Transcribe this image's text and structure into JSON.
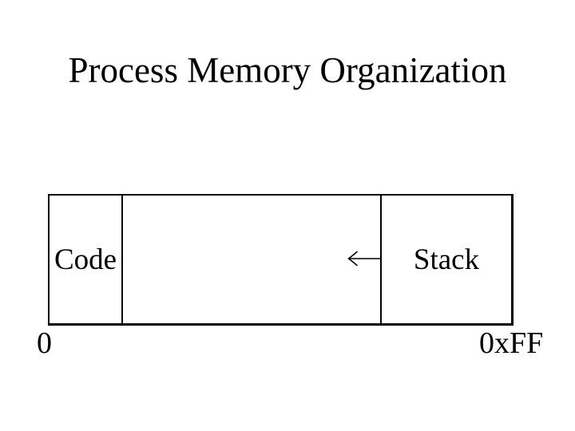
{
  "slide": {
    "title": "Process Memory Organization",
    "background_color": "#ffffff",
    "foreground_color": "#000000"
  },
  "memory_map": {
    "segments": [
      {
        "name": "code",
        "label": "Code"
      },
      {
        "name": "free",
        "label": ""
      },
      {
        "name": "stack",
        "label": "Stack"
      }
    ],
    "start_address": "0",
    "end_address": "0xFF",
    "growth_arrow": {
      "icon": "left-arrow",
      "direction": "left",
      "meaning": "stack grows toward lower addresses"
    }
  }
}
